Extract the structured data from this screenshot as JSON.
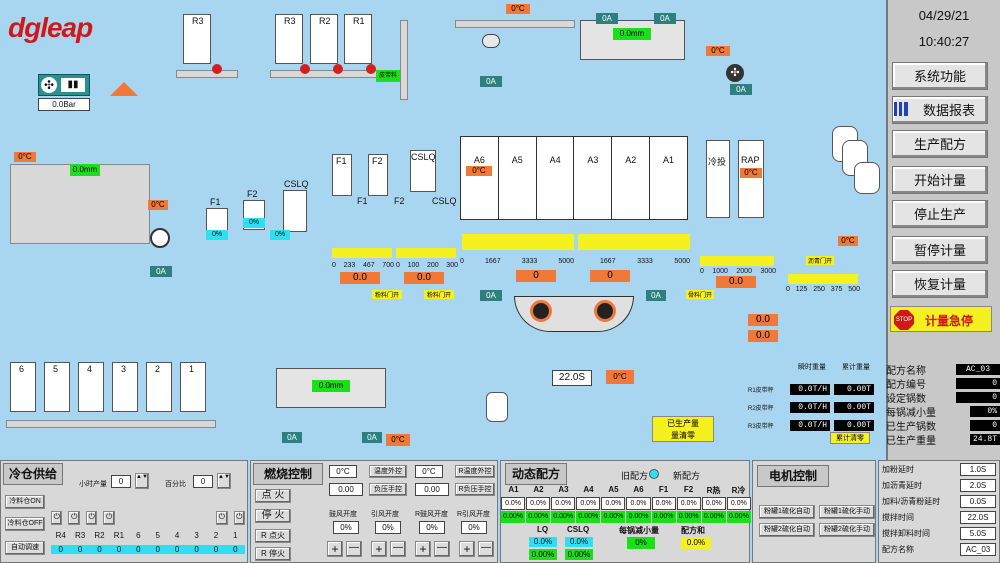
{
  "brand": {
    "logo": "dgleap",
    "color": "#d01818"
  },
  "clock": {
    "date": "04/29/21",
    "time": "10:40:27"
  },
  "right_menu": {
    "system": "系统功能",
    "report": "数据报表",
    "recipe": "生产配方",
    "start": "开始计量",
    "stop_prod": "停止生产",
    "pause": "暂停计量",
    "resume": "恢复计量",
    "estop": "计量急停",
    "estop_icon": "STOP"
  },
  "info": {
    "recipe_name_label": "配方名称",
    "recipe_name": "AC_03",
    "recipe_no_label": "配方编号",
    "recipe_no": "0",
    "set_batches_label": "设定锅数",
    "set_batches": "0",
    "reduce_label": "每锅减小量",
    "reduce": "0%",
    "produced_label": "已生产锅数",
    "produced": "0",
    "weight_label": "已生产重量",
    "weight": "24.8T"
  },
  "feeders": {
    "top_bins": [
      "R3",
      "R3",
      "R2",
      "R1"
    ],
    "top_belt_label": "皮带料",
    "bottom_bins": [
      "6",
      "5",
      "4",
      "3",
      "2",
      "1"
    ],
    "cold_bin_labels": [
      "F1",
      "F2",
      "CSLQ"
    ],
    "filler_bins": [
      "F1",
      "F2",
      "CSLQ"
    ],
    "filler_bin_labels": [
      "F1",
      "F2",
      "CSLQ"
    ],
    "hot_bins": [
      "A6",
      "A5",
      "A4",
      "A3",
      "A2",
      "A1"
    ],
    "rap_bins": [
      "冷投",
      "RAP"
    ]
  },
  "readouts": {
    "pressure": "0.0Bar",
    "temp_0c": "0°C",
    "level_0mm": "0.0mm",
    "zero_oa": "0A",
    "zero_pct": "0%",
    "zero": "0",
    "zero_dec": "0.0",
    "mix_time": "22.0S",
    "mix_temp": "0°C",
    "prod_amount": "已生产量\n量清零"
  },
  "scales": {
    "filler_ticks": [
      "0",
      "233",
      "467",
      "700"
    ],
    "filler2_ticks": [
      "0",
      "100",
      "200",
      "300"
    ],
    "agg_ticks": [
      "0",
      "1667",
      "3333",
      "5000"
    ],
    "agg2_ticks": [
      "1667",
      "3333",
      "5000"
    ],
    "rap_ticks": [
      "0",
      "1000",
      "2000",
      "3000"
    ],
    "bit_ticks": [
      "0",
      "125",
      "250",
      "375",
      "500"
    ],
    "gate_labels": [
      "粉料门开",
      "粉料门开",
      "骨料门开",
      "沥青门开"
    ]
  },
  "belt_table": {
    "headers": [
      "瞬时重量",
      "累计重量"
    ],
    "rows": [
      {
        "name": "R1皮带秤",
        "inst": "0.0T/H",
        "total": "0.00T"
      },
      {
        "name": "R2皮带秤",
        "inst": "0.0T/H",
        "total": "0.00T"
      },
      {
        "name": "R3皮带秤",
        "inst": "0.0T/H",
        "total": "0.00T"
      }
    ],
    "reset": "累计清零"
  },
  "cold_supply": {
    "title": "冷仓供给",
    "hour_label": "小时产量",
    "hour_val": "0",
    "pct_label": "百分比",
    "pct_val": "0",
    "btn_on": "冷料仓ON",
    "btn_off": "冷料仓OFF",
    "btn_auto": "自动调速",
    "cols": [
      "R4",
      "R3",
      "R2",
      "R1",
      "6",
      "5",
      "4",
      "3",
      "2",
      "1"
    ],
    "vals": [
      "0",
      "0",
      "0",
      "0",
      "0",
      "0",
      "0",
      "0",
      "0",
      "0"
    ]
  },
  "burner": {
    "title": "燃烧控制",
    "btns": [
      "点 火",
      "停 火",
      "R 点火",
      "R 停火"
    ],
    "temp1": "0°C",
    "temp2": "0°C",
    "v1": "0.00",
    "v2": "0.00",
    "temp_out": "温度外控",
    "temp_out2": "R温度外控",
    "neg_hand": "负压手控",
    "neg_hand2": "R负压手控",
    "damper_labels": [
      "鼓风开度",
      "引风开度",
      "R鼓风开度",
      "R引风开度"
    ],
    "damper_vals": [
      "0%",
      "0%",
      "0%",
      "0%"
    ],
    "plus": "+",
    "minus": "—"
  },
  "dyn_recipe": {
    "title": "动态配方",
    "old_label": "旧配方",
    "new_label": "新配方",
    "cols": [
      "A1",
      "A2",
      "A3",
      "A4",
      "A5",
      "A6",
      "F1",
      "F2",
      "R热",
      "R冷"
    ],
    "row1": [
      "0.0%",
      "0.0%",
      "0.0%",
      "0.0%",
      "0.0%",
      "0.0%",
      "0.0%",
      "0.0%",
      "0.0%",
      "0.0%"
    ],
    "row2": [
      "0.00%",
      "0.00%",
      "0.00%",
      "0.00%",
      "0.00%",
      "0.00%",
      "0.00%",
      "0.00%",
      "0.00%",
      "0.00%"
    ],
    "sub_labels": [
      "LQ",
      "CSLQ",
      "每锅减小量",
      "配方和"
    ],
    "sub1": [
      "0.0%",
      "0.0%"
    ],
    "sub2": [
      "0.00%",
      "0.00%"
    ],
    "reduce": "0%",
    "sum": "0.0%"
  },
  "motor": {
    "title": "电机控制",
    "btns": [
      "粉罐1硫化自动",
      "粉罐1硫化手动",
      "粉罐2硫化自动",
      "粉罐2硫化手动"
    ]
  },
  "timers": {
    "rows": [
      {
        "label": "加粉延时",
        "val": "1.0S"
      },
      {
        "label": "加沥青延时",
        "val": "2.0S"
      },
      {
        "label": "加料/沥青粉延时",
        "val": "0.0S"
      },
      {
        "label": "搅拌时间",
        "val": "22.0S"
      },
      {
        "label": "搅拌卸料时间",
        "val": "5.0S"
      },
      {
        "label": "配方名称",
        "val": "AC_03"
      }
    ]
  }
}
